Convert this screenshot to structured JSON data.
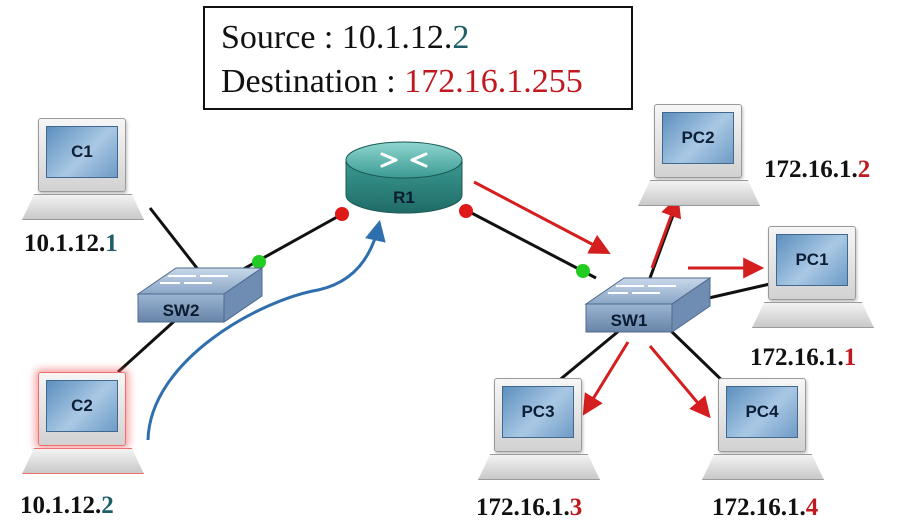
{
  "info_box": {
    "source_label": "Source : ",
    "source_prefix": "10.1.12.",
    "source_host": "2",
    "destination_label": "Destination : ",
    "destination_ip": "172.16.1.255"
  },
  "devices": {
    "router": {
      "label": "R1"
    },
    "switch_left": {
      "label": "SW2"
    },
    "switch_right": {
      "label": "SW1"
    },
    "c1": {
      "label": "C1",
      "ip_prefix": "10.1.12.",
      "ip_host": "1"
    },
    "c2": {
      "label": "C2",
      "ip_prefix": "10.1.12.",
      "ip_host": "2"
    },
    "pc1": {
      "label": "PC1",
      "ip_prefix": "172.16.1.",
      "ip_host": "1"
    },
    "pc2": {
      "label": "PC2",
      "ip_prefix": "172.16.1.",
      "ip_host": "2"
    },
    "pc3": {
      "label": "PC3",
      "ip_prefix": "172.16.1.",
      "ip_host": "3"
    },
    "pc4": {
      "label": "PC4",
      "ip_prefix": "172.16.1.",
      "ip_host": "4"
    }
  },
  "colors": {
    "host_network_left": "#1d5e68",
    "host_network_right": "#c0181f",
    "flow_arrow_red": "#d51e1e",
    "flow_arrow_blue": "#2f6fae",
    "port_green": "#22cc22",
    "port_red": "#e01818",
    "router_body": "#3c9a94"
  },
  "icons": {
    "router": "router-icon",
    "switch": "switch-icon",
    "computer": "computer-icon"
  }
}
